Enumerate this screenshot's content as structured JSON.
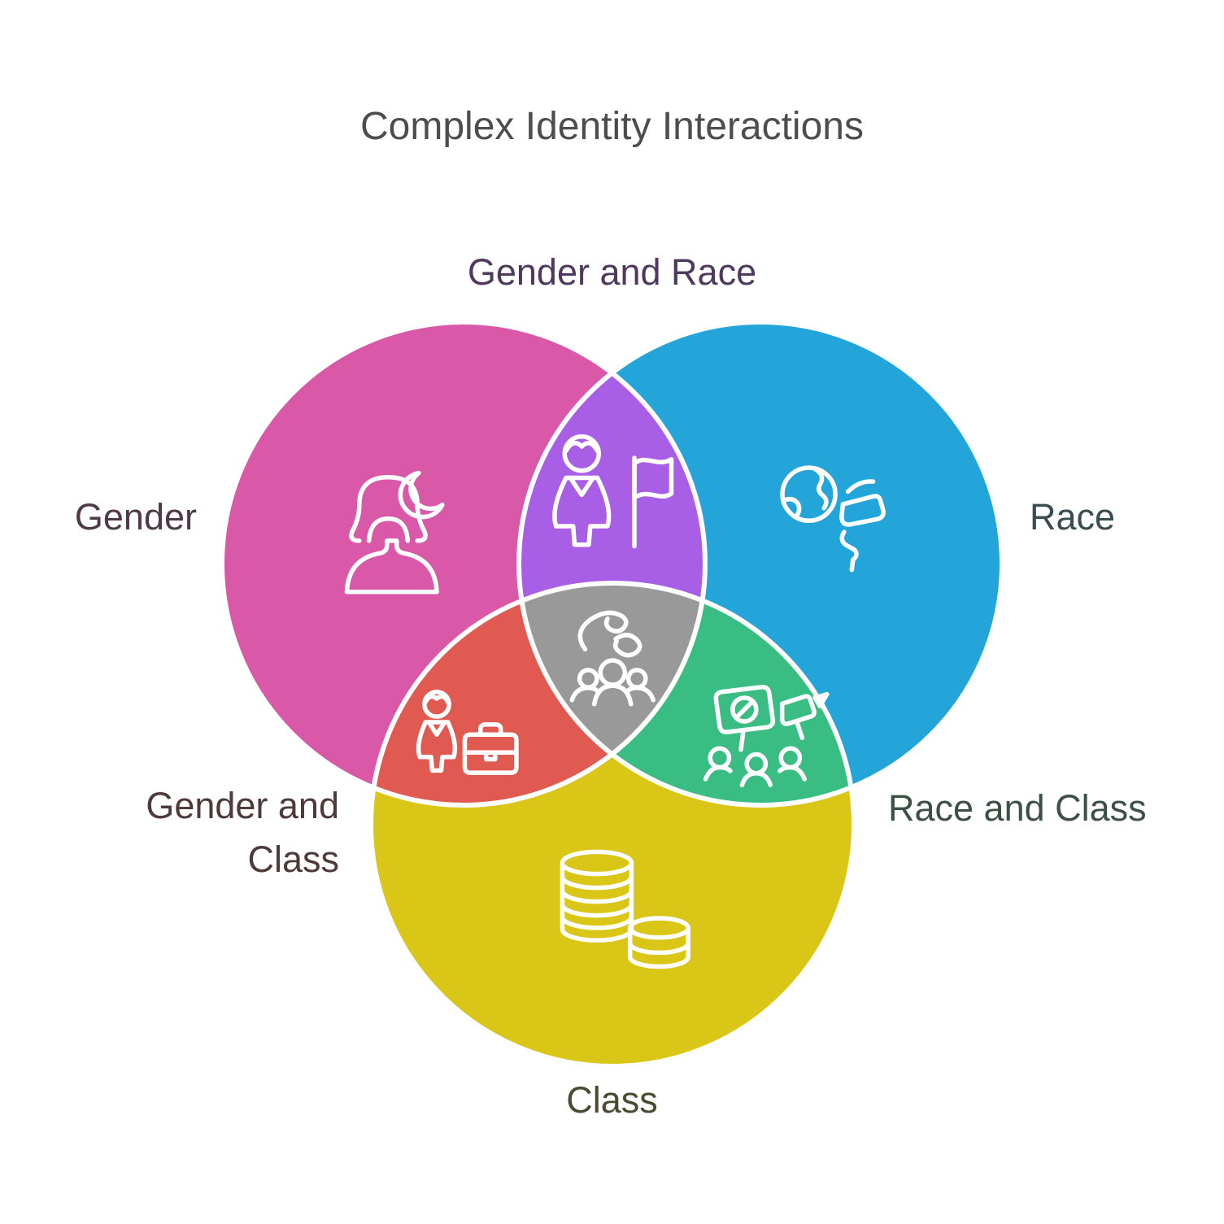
{
  "title": {
    "text": "Complex Identity Interactions",
    "color": "#4d4d4d"
  },
  "venn": {
    "stroke_color": "#ffffff",
    "sets": [
      {
        "label": "Gender",
        "color": "#d959a8",
        "label_color": "#4e3a48",
        "icon": "woman-moon-icon"
      },
      {
        "label": "Race",
        "color": "#24a5da",
        "label_color": "#3a4b52",
        "icon": "globe-journey-icon"
      },
      {
        "label": "Class",
        "color": "#d9c616",
        "label_color": "#4a4a31",
        "icon": "coin-stacks-icon"
      }
    ],
    "overlaps": [
      {
        "label": "Gender and Race",
        "color": "#a85fe6",
        "label_color": "#4f3a5e",
        "icon": "person-flag-icon"
      },
      {
        "label": "Gender and Class",
        "color": "#e15a52",
        "label_color": "#4e3a3a",
        "icon": "worker-briefcase-icon"
      },
      {
        "label": "Race and Class",
        "color": "#3abd83",
        "label_color": "#3c5045",
        "icon": "protest-crowd-icon"
      },
      {
        "label": "",
        "color": "#999999",
        "icon": "hand-community-icon"
      }
    ]
  }
}
